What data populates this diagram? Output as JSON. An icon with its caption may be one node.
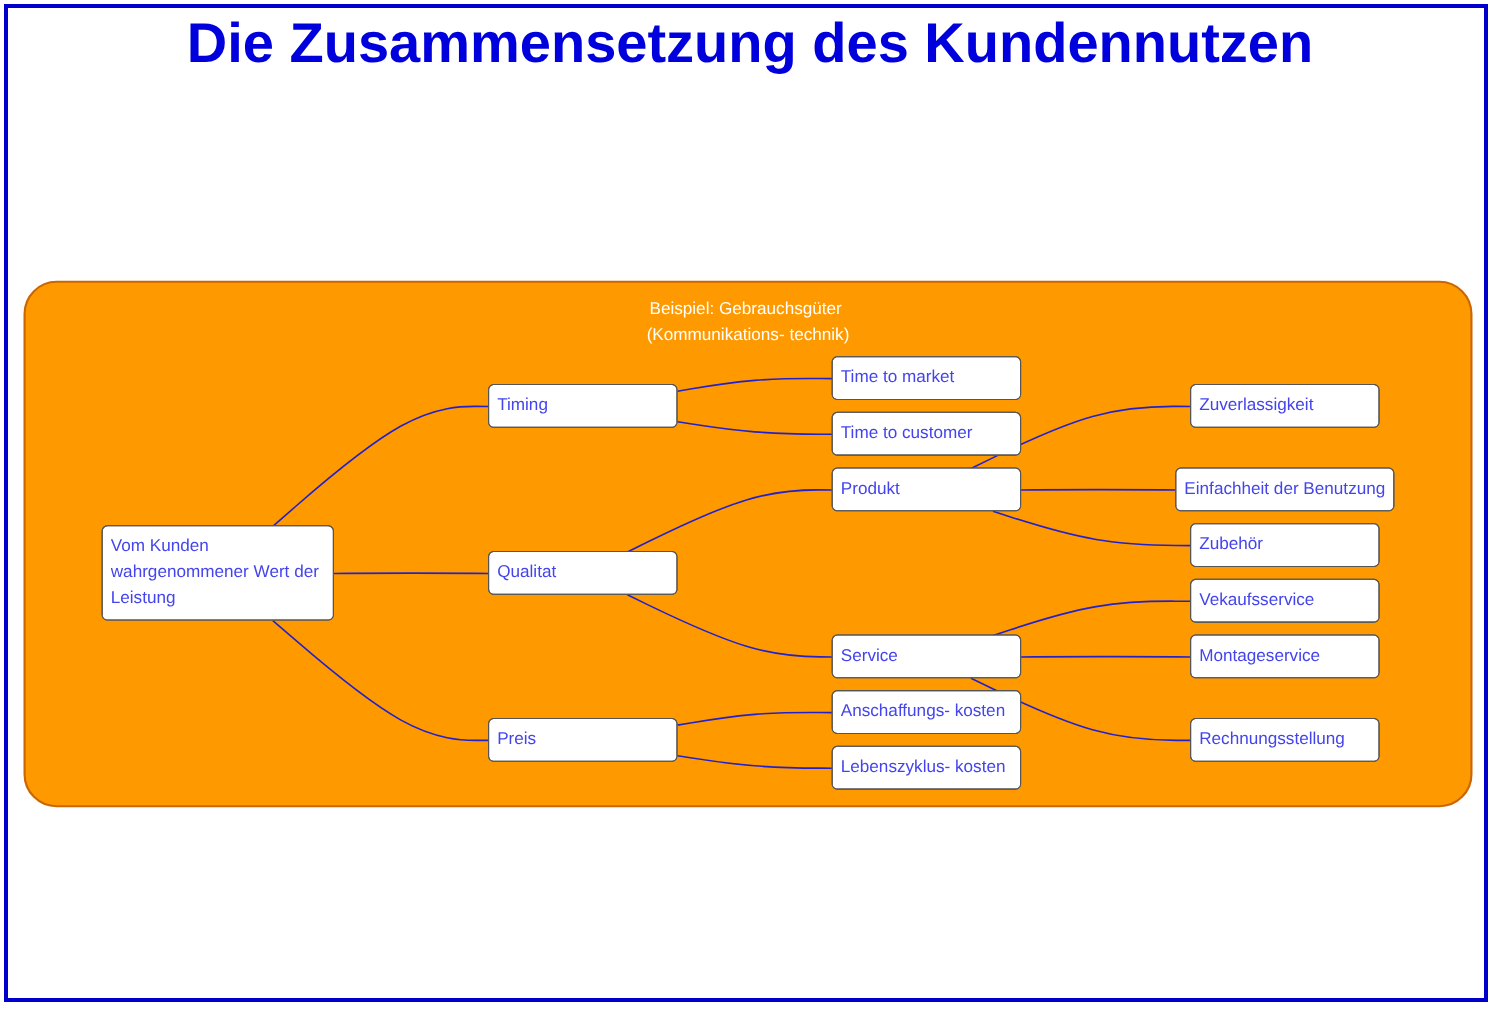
{
  "diagram": {
    "title": "Die Zusammensetzung des Kundennutzen",
    "nodes": [
      {
        "text": [
          "Beispiel: Gebrauchsgüter (Kommunikations- technik)"
        ]
      },
      {
        "text": [
          "Vom Kunden wahrgenommener Wert der Leistung"
        ],
        "in": 0
      },
      {
        "text": [
          "Timing"
        ],
        "in": 0
      },
      {
        "text": [
          "Qualitat"
        ],
        "in": 0
      },
      {
        "text": [
          "Preis"
        ],
        "in": 0
      },
      {
        "text": [
          "Time to market"
        ],
        "in": 0
      },
      {
        "text": [
          "Time to customer"
        ],
        "in": 0
      },
      {
        "text": [
          "Produkt"
        ],
        "in": 0
      },
      {
        "text": [
          "Service"
        ],
        "in": 0
      },
      {
        "text": [
          "Zuverlassigkeit"
        ],
        "in": 0
      },
      {
        "text": [
          "Einfachheit der Benutzung"
        ],
        "in": 0
      },
      {
        "text": [
          "Zubehör"
        ],
        "in": 0
      },
      {
        "text": [
          "Vekaufsservice"
        ],
        "in": 0
      },
      {
        "text": [
          "Montageservice"
        ],
        "in": 0
      },
      {
        "text": [
          "Rechnungsstellung"
        ],
        "in": 0
      },
      {
        "text": [
          "Anschaffungs- kosten"
        ],
        "in": 0
      },
      {
        "text": [
          "Lebenszyklus- kosten"
        ],
        "in": 0
      }
    ],
    "edges": [
      {
        "from": 1,
        "to": 2,
        "arrow": "none"
      },
      {
        "from": 1,
        "to": 3,
        "arrow": "none"
      },
      {
        "from": 1,
        "to": 4,
        "arrow": "none"
      },
      {
        "from": 2,
        "to": 5,
        "arrow": "none"
      },
      {
        "from": 2,
        "to": 6,
        "arrow": "none"
      },
      {
        "from": 3,
        "to": 7,
        "arrow": "none"
      },
      {
        "from": 3,
        "to": 8,
        "arrow": "none"
      },
      {
        "from": 7,
        "to": 9,
        "arrow": "none"
      },
      {
        "from": 7,
        "to": 10,
        "arrow": "none"
      },
      {
        "from": 7,
        "to": 11,
        "arrow": "none"
      },
      {
        "from": 8,
        "to": 12,
        "arrow": "none"
      },
      {
        "from": 8,
        "to": 13,
        "arrow": "none"
      },
      {
        "from": 8,
        "to": 14,
        "arrow": "none"
      },
      {
        "from": 4,
        "to": 15,
        "arrow": "none"
      },
      {
        "from": 4,
        "to": 16,
        "arrow": "none"
      }
    ]
  }
}
